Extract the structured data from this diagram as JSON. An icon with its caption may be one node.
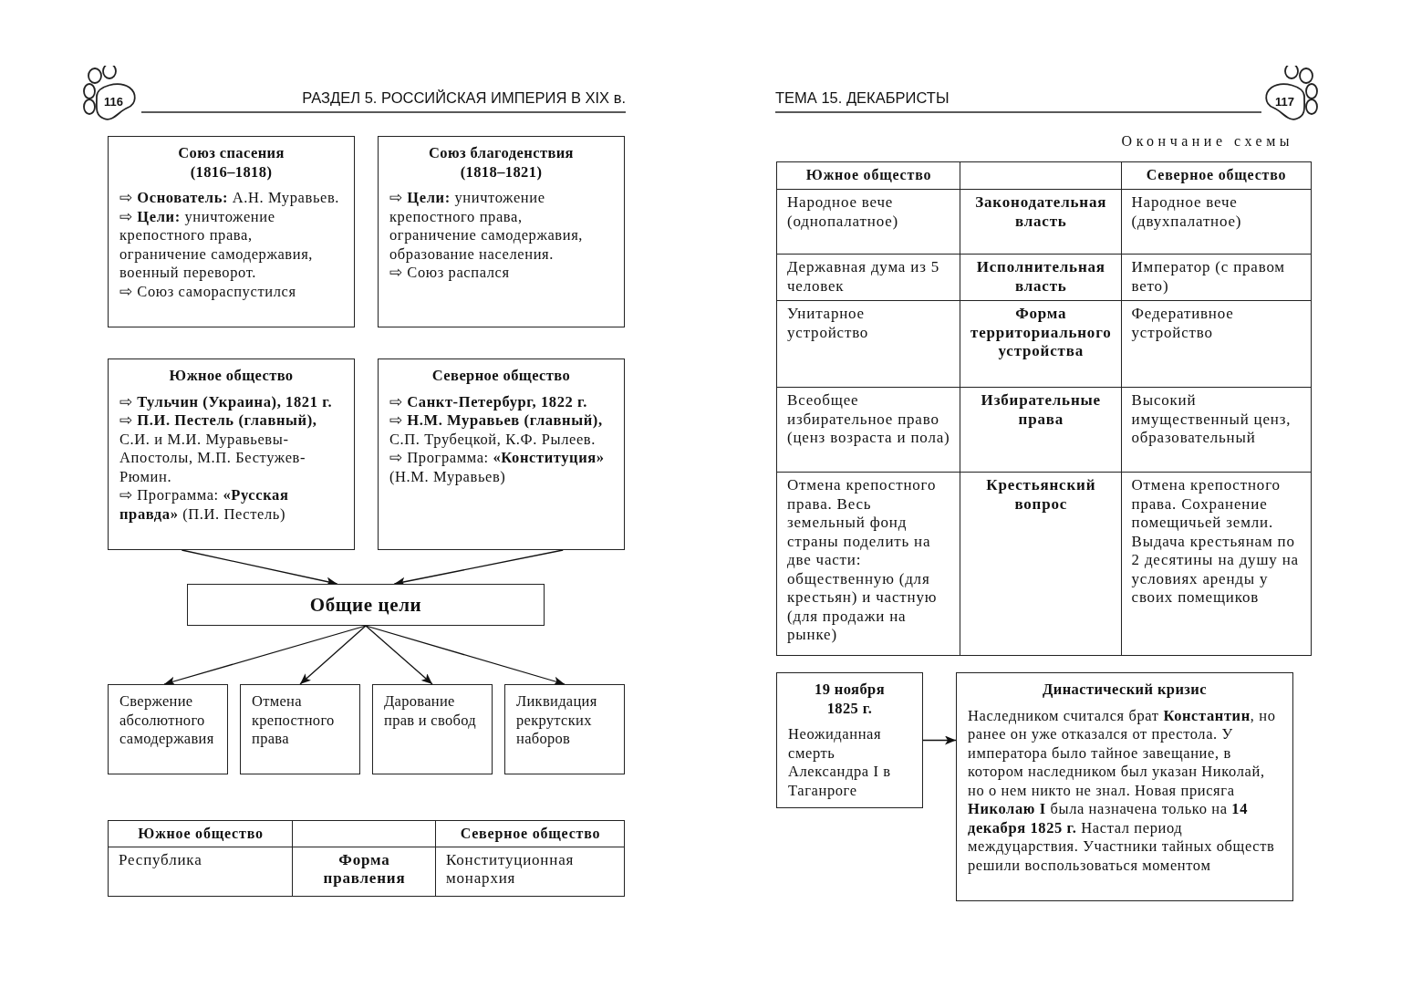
{
  "diagram": {
    "nodes": [
      {
        "text": [
          "Союз спасения (1816–1818)",
          "⇨ **Основатель:** А.Н. Муравьев.",
          "⇨ **Цели:** уничтожение крепостного права, ограничение самодержавия, военный переворот.",
          "⇨ Союз самораспустился"
        ]
      },
      {
        "text": [
          "Союз благоденствия (1818–1821)",
          "⇨ **Цели:** уничтожение крепостного права, ограничение самодержавия, образование населения.",
          "⇨ Союз распался"
        ]
      },
      {
        "text": [
          "Южное общество",
          "⇨ **Тульчин (Украина), 1821 г.**",
          "⇨ **П.И. Пестель (главный),** С.И. и М.И. Муравьевы-Апостолы, М.П. Бестужев-Рюмин.",
          "⇨ Программа: **«Русская правда»** (П.И. Пестель)"
        ]
      },
      {
        "text": [
          "Северное общество",
          "⇨ **Санкт-Петербург, 1822 г.**",
          "⇨ **Н.М. Муравьев (главный),** С.П. Трубецкой, К.Ф. Рылеев.",
          "⇨ Программа: **«Конституция»** (Н.М. Муравьев)"
        ]
      },
      {
        "text": [
          "Общие цели"
        ]
      },
      {
        "text": [
          "Свержение абсолютного самодержавия"
        ]
      },
      {
        "text": [
          "Отмена крепостного права"
        ]
      },
      {
        "text": [
          "Дарование прав и свобод"
        ]
      },
      {
        "text": [
          "Ликвидация рекрутских наборов"
        ]
      },
      {
        "text": [
          "19 ноября 1825 г.",
          "Неожиданная смерть Александра I в Таганроге"
        ]
      },
      {
        "text": [
          "Династический кризис",
          "Наследником считался брат **Константин**, но ранее он уже отказался от престола. У императора было тайное завещание, в котором наследником был указан Николай, но о нем никто не знал. Новая присяга **Николаю I** была назначена только на **14 декабря 1825 г.** Настал период междуцарствия. Участники тайных обществ решили воспользоваться моментом"
        ]
      }
    ],
    "edges": [
      {
        "from": 2,
        "to": 4,
        "arrow": "to"
      },
      {
        "from": 3,
        "to": 4,
        "arrow": "to"
      },
      {
        "from": 4,
        "to": 5,
        "arrow": "to"
      },
      {
        "from": 4,
        "to": 6,
        "arrow": "to"
      },
      {
        "from": 4,
        "to": 7,
        "arrow": "to"
      },
      {
        "from": 4,
        "to": 8,
        "arrow": "to"
      },
      {
        "from": 9,
        "to": 10,
        "arrow": "to"
      }
    ],
    "labels": [
      "116",
      "РАЗДЕЛ 5. РОССИЙСКАЯ ИМПЕРИЯ В XIX в.",
      "ТЕМА 15. ДЕКАБРИСТЫ",
      "117",
      "Южное общество",
      "Северное общество",
      "Республика",
      "Форма правления",
      "Конституционная монархия",
      "Окончание схемы",
      "Южное общество",
      "Северное общество",
      "Народное вече (однопалатное)",
      "Законодательная власть",
      "Народное вече (двухпалатное)",
      "Державная дума из 5 человек",
      "Исполнительная власть",
      "Император (с правом вето)",
      "Унитарное устройство",
      "Форма территориального устройства",
      "Федеративное устройство",
      "Всеобщее избирательное право (ценз возраста и пола)",
      "Избирательные права",
      "Высокий имущественный ценз, образовательный",
      "Отмена крепостного права. Весь земельный фонд страны поделить на две части: общественную (для крестьян) и частную (для продажи на рынке)",
      "Крестьянский вопрос",
      "Отмена крепостного права. Сохранение помещичьей земли. Выдача крестьянам по 2 десятины на душу на условиях аренды у своих помещиков"
    ]
  }
}
